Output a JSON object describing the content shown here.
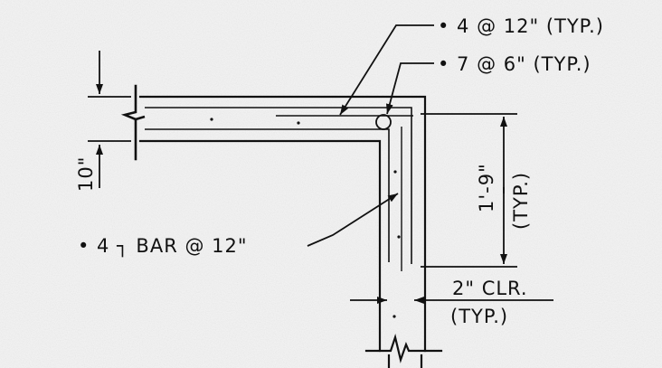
{
  "labels": {
    "top_bar": "• 4  @  12\"  (TYP.)",
    "corner_bar": "• 7  @  6\"  (TYP.)",
    "l_bar": "• 4   ┐ BAR  @  12\"",
    "slab_thickness": "10\"",
    "wall_length": "1'-9\"",
    "wall_length_typ": "(TYP.)",
    "clearance": "2\"  CLR.",
    "clearance_typ": "(TYP.)"
  },
  "colors": {
    "ink": "#111111",
    "paper": "#f3f3f3"
  }
}
